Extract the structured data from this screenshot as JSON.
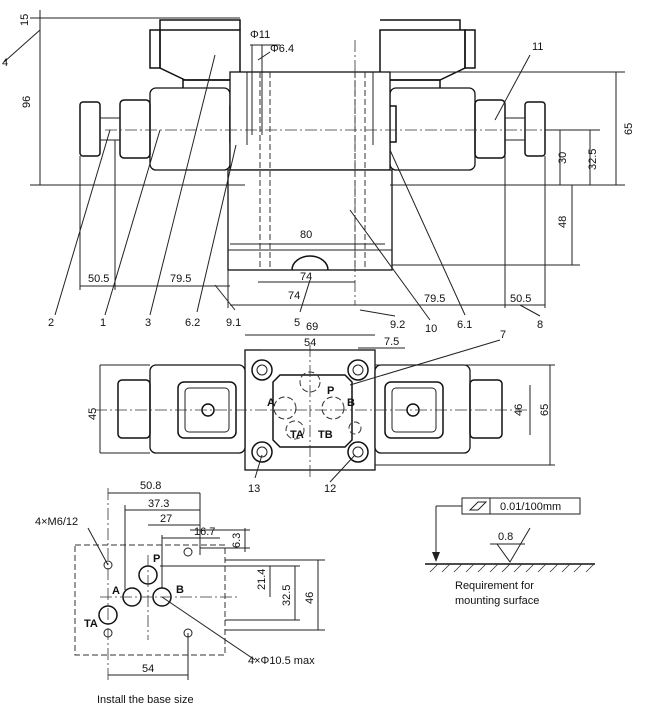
{
  "side_view": {
    "dims": {
      "d15": "15",
      "d4": "4",
      "d96": "96",
      "phi11": "Φ11",
      "phi64": "Φ6.4",
      "d65": "65",
      "d30": "30",
      "d325": "32.5",
      "d48": "48",
      "d80": "80",
      "d74a": "74",
      "d74b": "74",
      "d505l": "50.5",
      "d795l": "79.5",
      "d795r": "79.5",
      "d505r": "50.5"
    },
    "callouts": {
      "c2": "2",
      "c1": "1",
      "c3": "3",
      "c62": "6.2",
      "c91": "9.1",
      "c5": "5",
      "c92": "9.2",
      "c10": "10",
      "c61": "6.1",
      "c8": "8",
      "c11": "11"
    }
  },
  "top_view": {
    "dims": {
      "d69": "69",
      "d54": "54",
      "d75": "7.5",
      "d45": "45",
      "d46": "46",
      "d65": "65"
    },
    "ports": {
      "p": "P",
      "a": "A",
      "b": "B",
      "ta": "TA",
      "tb": "TB"
    },
    "callouts": {
      "c7": "7",
      "c13": "13",
      "c12": "12"
    }
  },
  "base_view": {
    "dims": {
      "d508": "50.8",
      "d373": "37.3",
      "d27": "27",
      "d167": "16.7",
      "d63": "6.3",
      "d214": "21.4",
      "d325": "32.5",
      "d46": "46",
      "d54": "54"
    },
    "ports": {
      "p": "P",
      "a": "A",
      "b": "B",
      "ta": "TA"
    },
    "thread_note": "4×M6/12",
    "hole_note": "4×Φ10.5 max",
    "caption": "Install the base size"
  },
  "surface": {
    "flatness": "0.01/100mm",
    "roughness": "0.8",
    "requirement_line1": "Requirement for",
    "requirement_line2": "mounting surface"
  }
}
